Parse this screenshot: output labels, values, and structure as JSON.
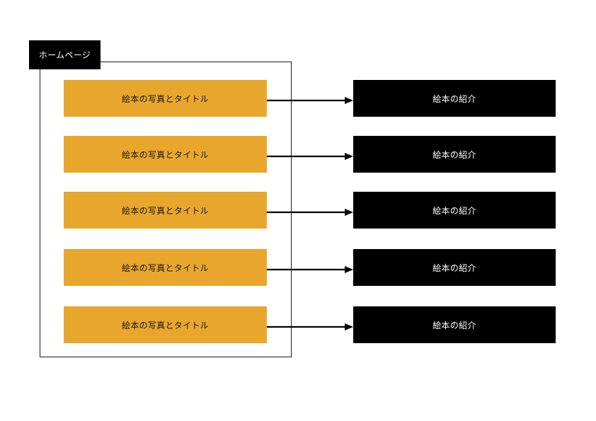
{
  "diagram": {
    "title_node": {
      "label": "ホームページ",
      "bg": "#000000",
      "fg": "#ffffff"
    },
    "colors": {
      "orange": "#e8a72c",
      "black": "#000000",
      "white": "#ffffff",
      "line": "#1a1a1a",
      "background": "#ffffff"
    },
    "rows": [
      {
        "source_label": "絵本の写真とタイトル",
        "target_label": "絵本の紹介"
      },
      {
        "source_label": "絵本の写真とタイトル",
        "target_label": "絵本の紹介"
      },
      {
        "source_label": "絵本の写真とタイトル",
        "target_label": "絵本の紹介"
      },
      {
        "source_label": "絵本の写真とタイトル",
        "target_label": "絵本の紹介"
      },
      {
        "source_label": "絵本の写真とタイトル",
        "target_label": "絵本の紹介"
      }
    ]
  }
}
